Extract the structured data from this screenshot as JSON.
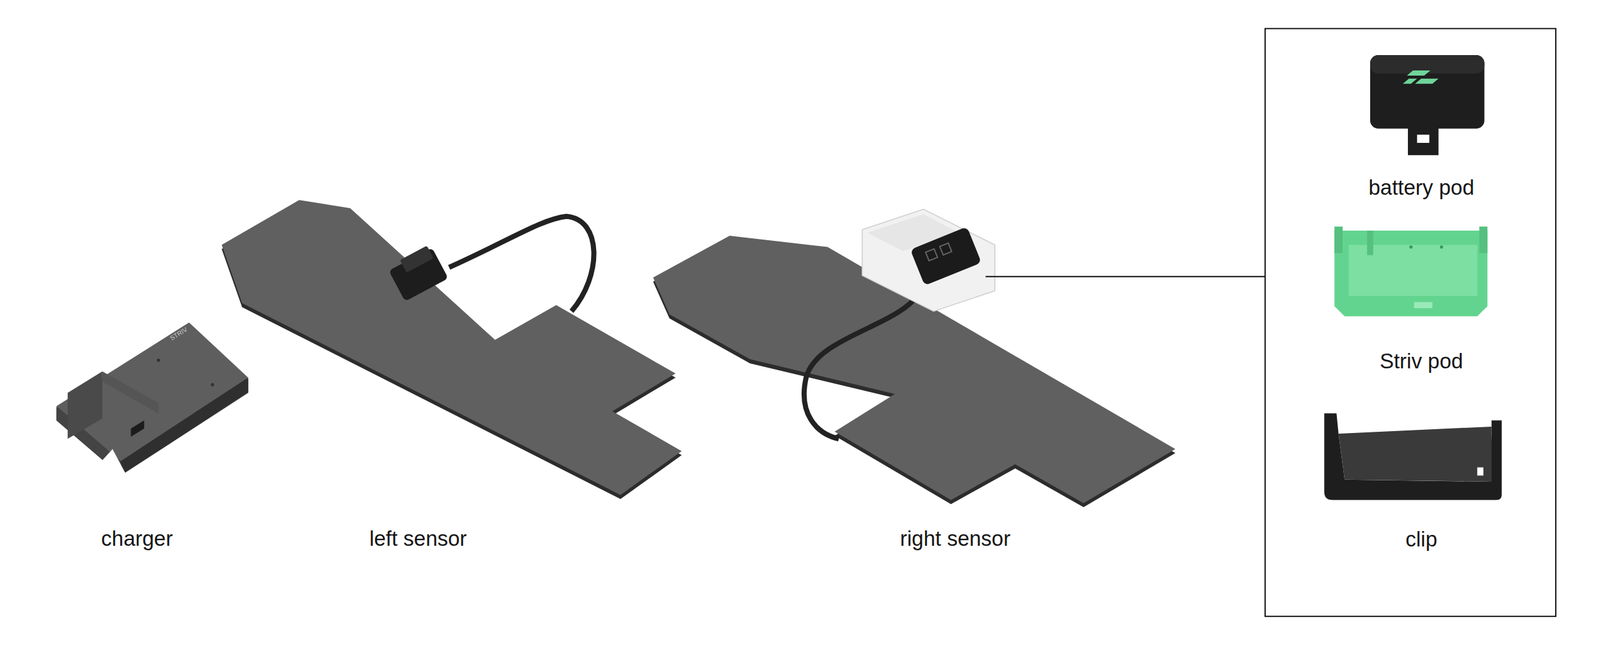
{
  "diagram": {
    "labels": [
      "STRIV",
      "charger",
      "left sensor",
      "right sensor",
      "battery pod",
      "Striv pod",
      "clip"
    ]
  }
}
